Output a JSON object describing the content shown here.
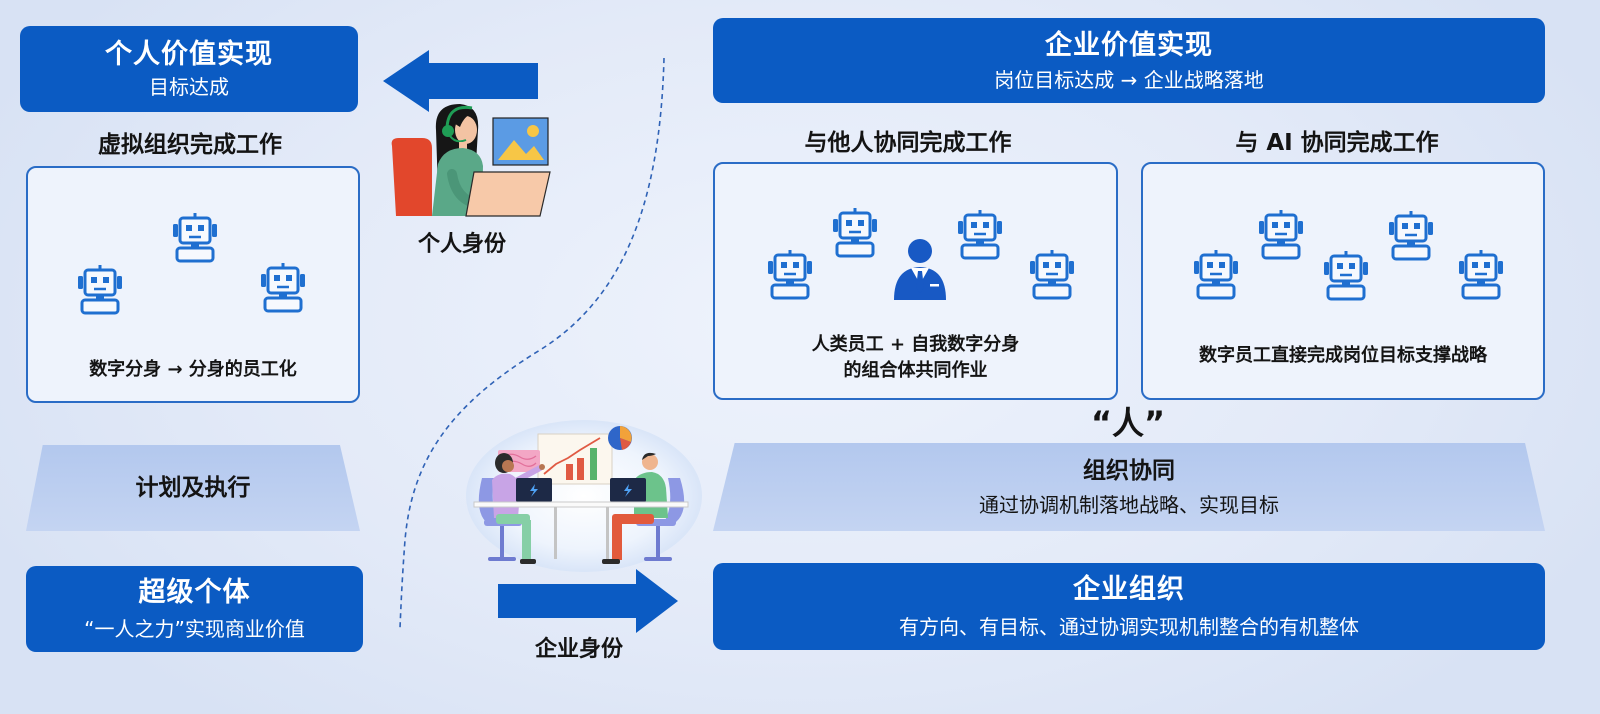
{
  "personal_value": {
    "title": "个人价值实现",
    "subtitle": "目标达成"
  },
  "virtual_org": {
    "heading": "虚拟组织完成工作",
    "caption": "数字分身 → 分身的员工化"
  },
  "plan_execution": {
    "label": "计划及执行"
  },
  "super_individual": {
    "title": "超级个体",
    "subtitle": "“一人之力”实现商业价值"
  },
  "personal_identity": {
    "label": "个人身份"
  },
  "enterprise_identity": {
    "label": "企业身份"
  },
  "enterprise_value": {
    "title": "企业价值实现",
    "subtitle": "岗位目标达成 → 企业战略落地"
  },
  "collab_with_others": {
    "heading": "与他人协同完成工作",
    "caption_lines": [
      "人类员工 + 自我数字分身",
      "的组合体共同作业"
    ]
  },
  "collab_with_ai": {
    "heading": "与 AI 协同完成工作",
    "caption": "数字员工直接完成岗位目标支撑战略"
  },
  "human_label": "“人”",
  "org_collaboration": {
    "title": "组织协同",
    "subtitle": "通过协调机制落地战略、实现目标"
  },
  "enterprise_org": {
    "title": "企业组织",
    "subtitle": "有方向、有目标、通过协调实现机制整合的有机整体"
  },
  "icons": {
    "robot": "robot-icon",
    "employee": "businessman-icon",
    "to_personal": "arrow-left-icon",
    "to_enterprise": "arrow-right-icon",
    "personal_illustration": "woman-with-headset-at-laptop",
    "enterprise_illustration": "team-meeting-at-table"
  },
  "colors": {
    "background": "#e4ebf8",
    "primary_blue": "#0b5bc3",
    "panel_border": "#2a6cc6",
    "panel_fill": "#eef3fc",
    "robot_blue": "#1f6fd0",
    "band_fill": "#b9ccee",
    "text": "#141414"
  }
}
